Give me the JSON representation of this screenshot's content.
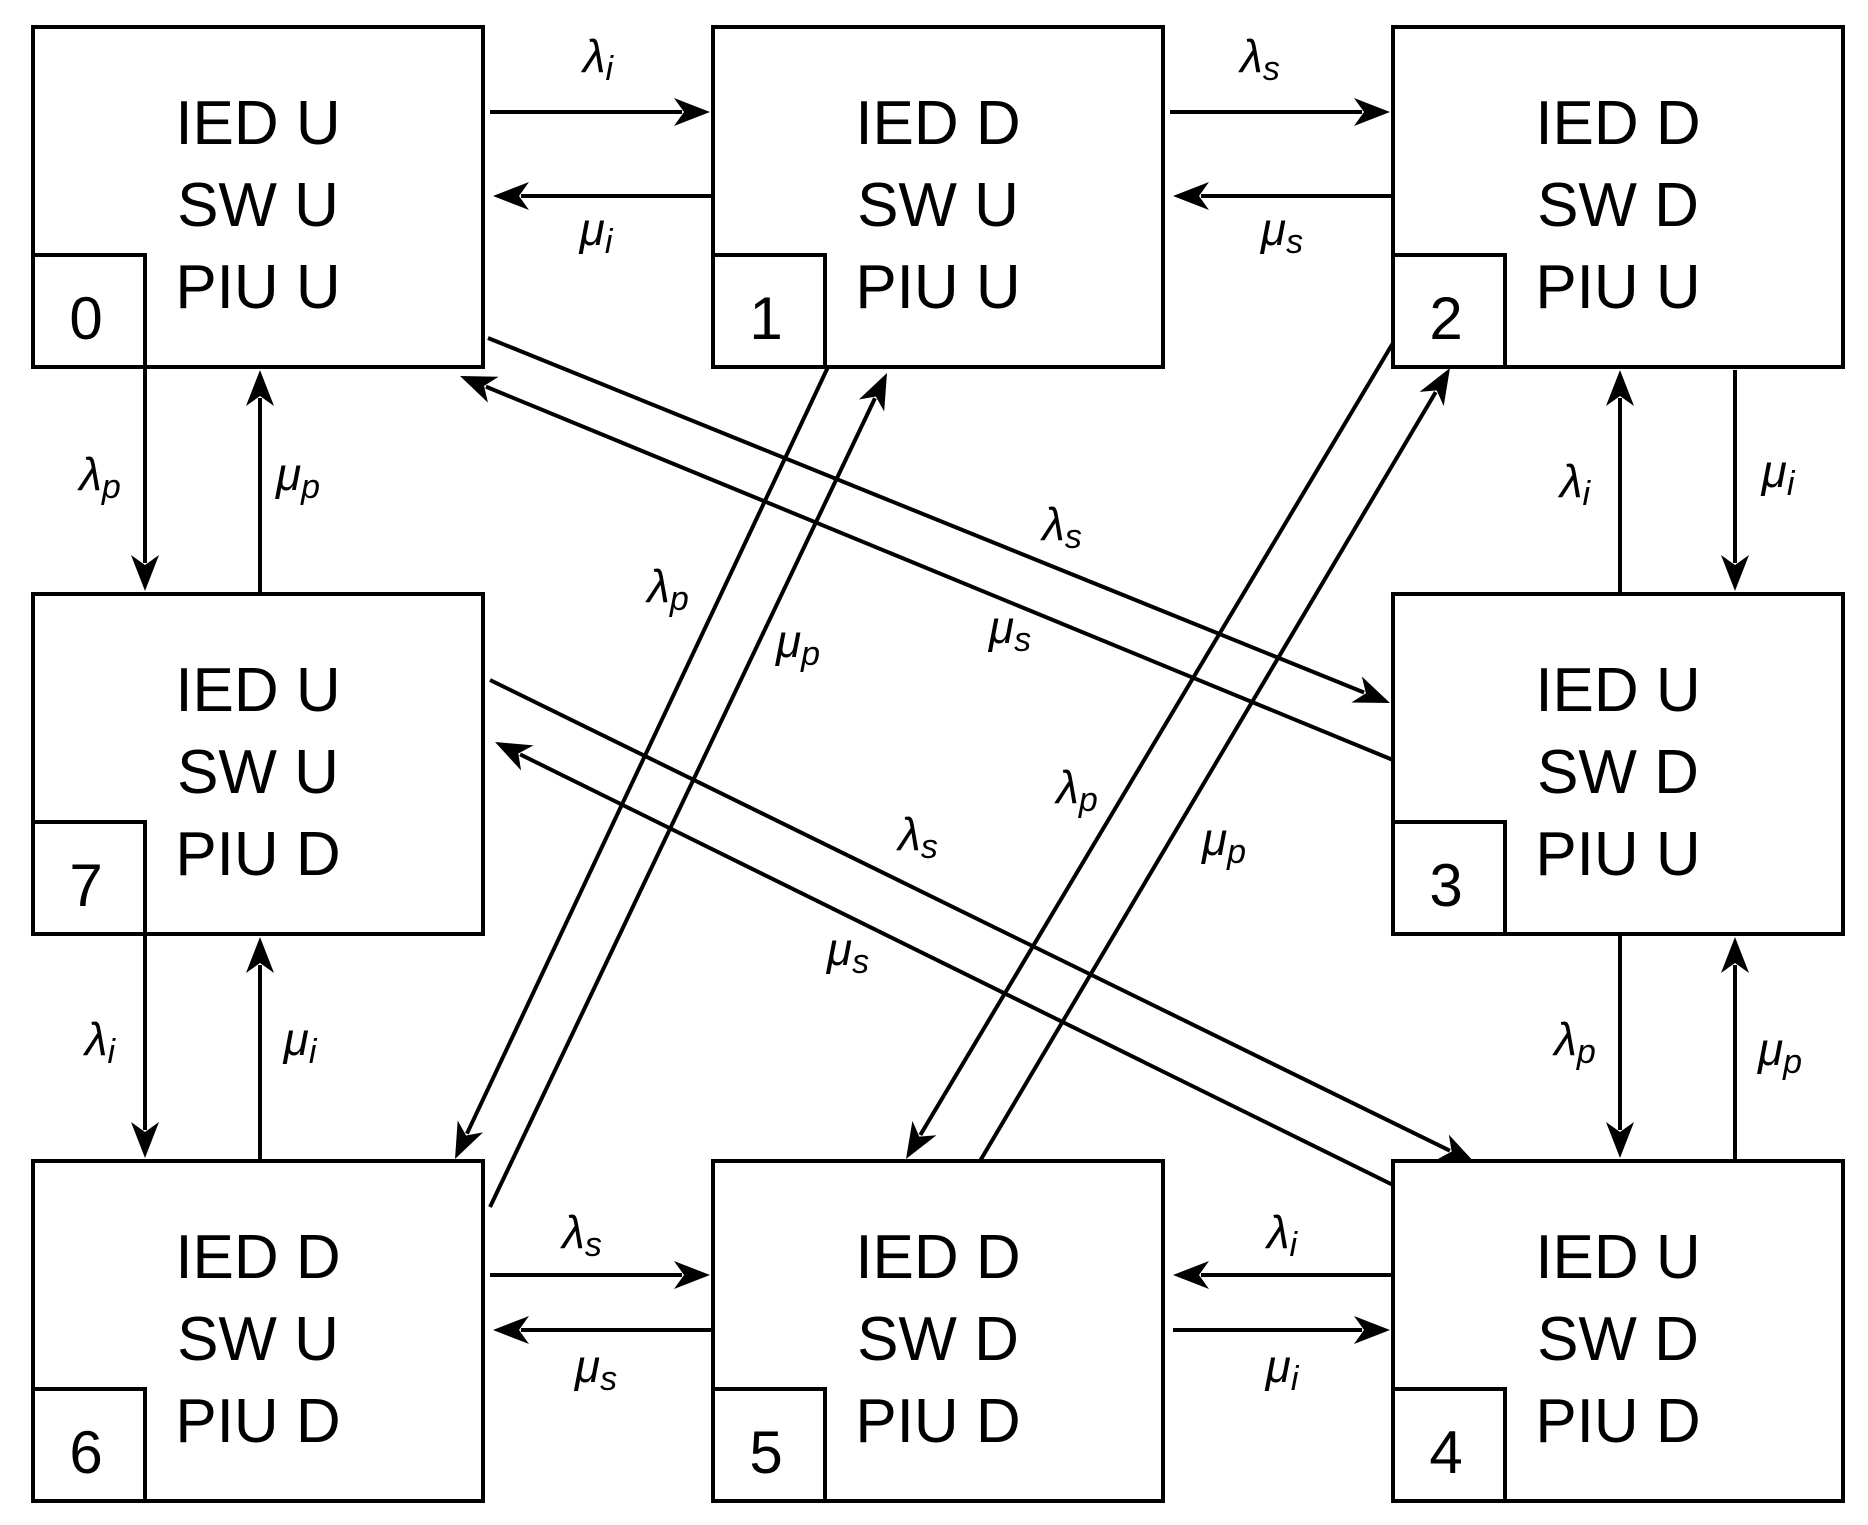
{
  "states": [
    {
      "id": "0",
      "lines": [
        "IED U",
        "SW U",
        "PIU U"
      ]
    },
    {
      "id": "1",
      "lines": [
        "IED D",
        "SW U",
        "PIU U"
      ]
    },
    {
      "id": "2",
      "lines": [
        "IED D",
        "SW D",
        "PIU U"
      ]
    },
    {
      "id": "3",
      "lines": [
        "IED U",
        "SW D",
        "PIU U"
      ]
    },
    {
      "id": "4",
      "lines": [
        "IED U",
        "SW D",
        "PIU D"
      ]
    },
    {
      "id": "5",
      "lines": [
        "IED D",
        "SW D",
        "PIU D"
      ]
    },
    {
      "id": "6",
      "lines": [
        "IED D",
        "SW U",
        "PIU D"
      ]
    },
    {
      "id": "7",
      "lines": [
        "IED U",
        "SW U",
        "PIU D"
      ]
    }
  ],
  "transitions": [
    {
      "from": "0",
      "to": "1",
      "symbol": "λ",
      "sub": "i"
    },
    {
      "from": "1",
      "to": "0",
      "symbol": "μ",
      "sub": "i"
    },
    {
      "from": "1",
      "to": "2",
      "symbol": "λ",
      "sub": "s"
    },
    {
      "from": "2",
      "to": "1",
      "symbol": "μ",
      "sub": "s"
    },
    {
      "from": "0",
      "to": "7",
      "symbol": "λ",
      "sub": "p"
    },
    {
      "from": "7",
      "to": "0",
      "symbol": "μ",
      "sub": "p"
    },
    {
      "from": "0",
      "to": "3",
      "symbol": "λ",
      "sub": "s"
    },
    {
      "from": "3",
      "to": "0",
      "symbol": "μ",
      "sub": "s"
    },
    {
      "from": "1",
      "to": "6",
      "symbol": "λ",
      "sub": "p"
    },
    {
      "from": "6",
      "to": "1",
      "symbol": "μ",
      "sub": "p"
    },
    {
      "from": "2",
      "to": "5",
      "symbol": "λ",
      "sub": "p"
    },
    {
      "from": "5",
      "to": "2",
      "symbol": "μ",
      "sub": "p"
    },
    {
      "from": "3",
      "to": "2",
      "symbol": "λ",
      "sub": "i"
    },
    {
      "from": "2",
      "to": "3",
      "symbol": "μ",
      "sub": "i"
    },
    {
      "from": "7",
      "to": "4",
      "symbol": "λ",
      "sub": "s"
    },
    {
      "from": "4",
      "to": "7",
      "symbol": "μ",
      "sub": "s"
    },
    {
      "from": "7",
      "to": "6",
      "symbol": "λ",
      "sub": "i"
    },
    {
      "from": "6",
      "to": "7",
      "symbol": "μ",
      "sub": "i"
    },
    {
      "from": "3",
      "to": "4",
      "symbol": "λ",
      "sub": "p"
    },
    {
      "from": "4",
      "to": "3",
      "symbol": "μ",
      "sub": "p"
    },
    {
      "from": "6",
      "to": "5",
      "symbol": "λ",
      "sub": "s"
    },
    {
      "from": "5",
      "to": "6",
      "symbol": "μ",
      "sub": "s"
    },
    {
      "from": "4",
      "to": "5",
      "symbol": "λ",
      "sub": "i"
    },
    {
      "from": "5",
      "to": "4",
      "symbol": "μ",
      "sub": "i"
    }
  ]
}
